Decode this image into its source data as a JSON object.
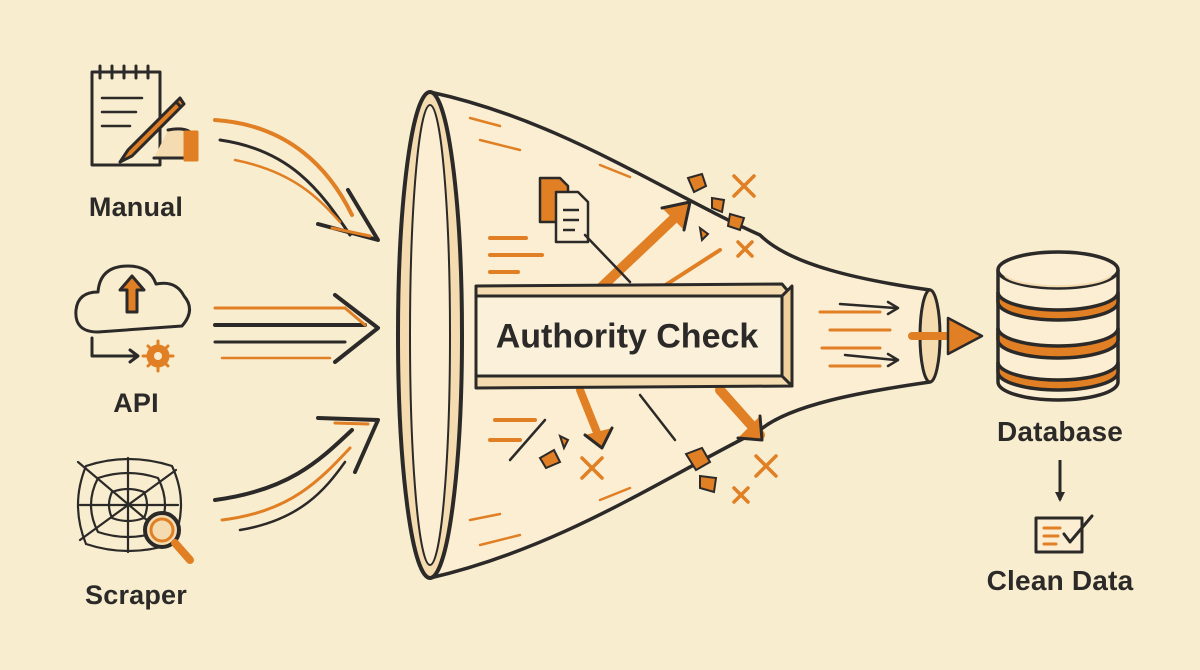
{
  "sources": [
    {
      "label": "Manual",
      "icon": "notepad-pencil-icon"
    },
    {
      "label": "API",
      "icon": "cloud-upload-gear-icon"
    },
    {
      "label": "Scraper",
      "icon": "spiderweb-magnifier-icon"
    }
  ],
  "filter": {
    "label": "Authority Check",
    "icon": "funnel-icon"
  },
  "outputs": [
    {
      "label": "Database",
      "icon": "database-icon"
    },
    {
      "label": "Clean Data",
      "icon": "checked-document-icon"
    }
  ],
  "colors": {
    "background": "#f9edcf",
    "ink": "#2c2a28",
    "accent": "#e07f24",
    "light": "#f4dcb0",
    "reject": "#e07f24"
  }
}
